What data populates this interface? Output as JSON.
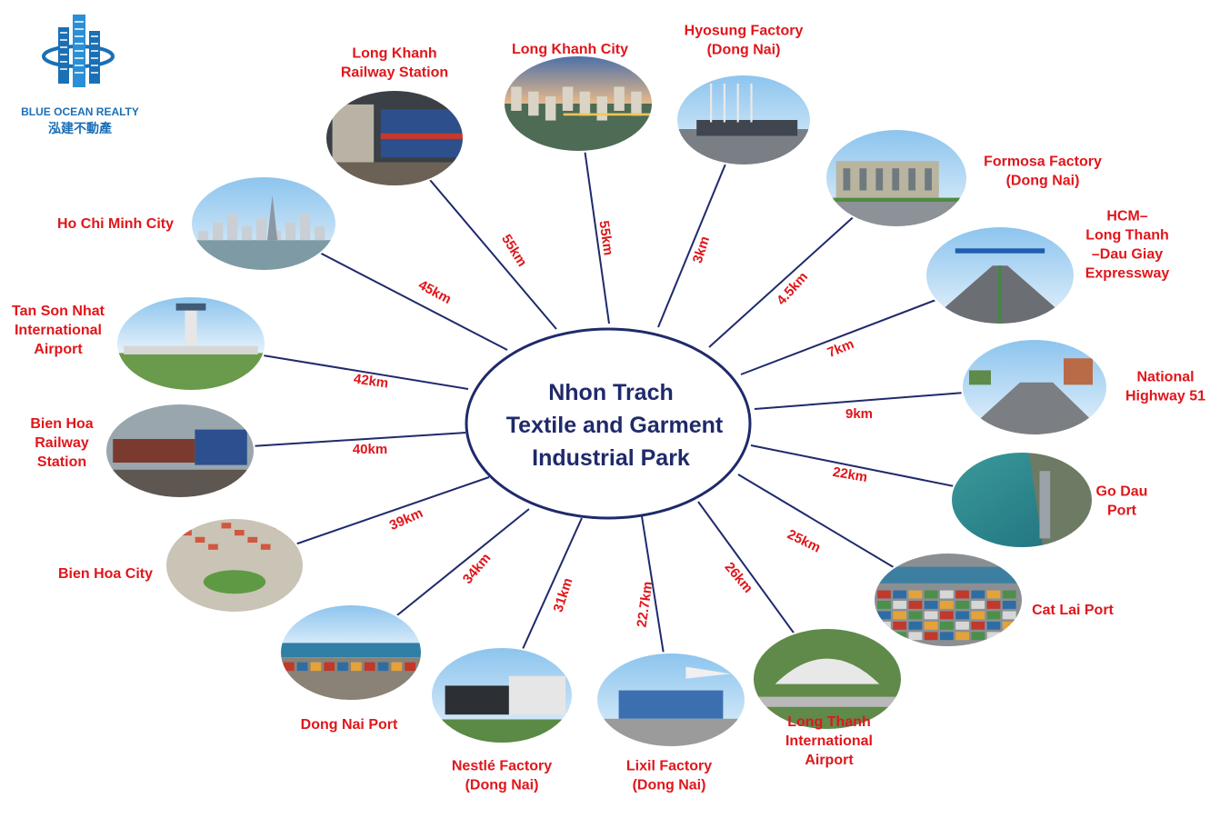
{
  "logo": {
    "name": "BLUE OCEAN REALTY",
    "subtitle": "泓建不動產",
    "color": "#1b6fb5"
  },
  "center": {
    "lines": [
      "Nhon Trach",
      "Textile and Garment",
      "Industrial Park"
    ],
    "color": "#1f2a6b"
  },
  "colors": {
    "label": "#e0161b",
    "line": "#1f2a6b"
  },
  "destinations": [
    {
      "id": "long-khanh-railway-station",
      "label": [
        "Long Khanh",
        "Railway Station"
      ],
      "distance": "55km",
      "photo": "train-platform"
    },
    {
      "id": "long-khanh-city",
      "label": [
        "Long Khanh City"
      ],
      "distance": "55km",
      "photo": "city-aerial"
    },
    {
      "id": "hyosung-factory",
      "label": [
        "Hyosung Factory",
        "(Dong Nai)"
      ],
      "distance": "3km",
      "photo": "factory-gate"
    },
    {
      "id": "formosa-factory",
      "label": [
        "Formosa Factory",
        "(Dong Nai)"
      ],
      "distance": "4.5km",
      "photo": "factory-building"
    },
    {
      "id": "hcm-long-thanh-expressway",
      "label": [
        "HCM–",
        "Long Thanh",
        "–Dau Giay",
        "Expressway"
      ],
      "distance": "7km",
      "photo": "expressway"
    },
    {
      "id": "national-highway-51",
      "label": [
        "National",
        "Highway 51"
      ],
      "distance": "9km",
      "photo": "highway"
    },
    {
      "id": "go-dau-port",
      "label": [
        "Go Dau",
        "Port"
      ],
      "distance": "22km",
      "photo": "river-port"
    },
    {
      "id": "cat-lai-port",
      "label": [
        "Cat Lai Port"
      ],
      "distance": "25km",
      "photo": "container-port"
    },
    {
      "id": "long-thanh-international-airport",
      "label": [
        "Long Thanh",
        "International",
        "Airport"
      ],
      "distance": "26km",
      "photo": "airport-terminal"
    },
    {
      "id": "lixil-factory",
      "label": [
        "Lixil Factory",
        "(Dong Nai)"
      ],
      "distance": "22.7km",
      "photo": "airport-plane"
    },
    {
      "id": "nestle-factory",
      "label": [
        "Nestlé Factory",
        "(Dong Nai)"
      ],
      "distance": "31km",
      "photo": "nestle-sign"
    },
    {
      "id": "dong-nai-port",
      "label": [
        "Dong Nai Port"
      ],
      "distance": "34km",
      "photo": "cargo-port"
    },
    {
      "id": "bien-hoa-city",
      "label": [
        "Bien Hoa City"
      ],
      "distance": "39km",
      "photo": "roundabout"
    },
    {
      "id": "bien-hoa-railway-station",
      "label": [
        "Bien Hoa",
        "Railway",
        "Station"
      ],
      "distance": "40km",
      "photo": "train"
    },
    {
      "id": "tan-son-nhat-airport",
      "label": [
        "Tan Son Nhat",
        "International",
        "Airport"
      ],
      "distance": "42km",
      "photo": "airport-tower"
    },
    {
      "id": "ho-chi-minh-city",
      "label": [
        "Ho Chi Minh City"
      ],
      "distance": "45km",
      "photo": "skyline"
    }
  ]
}
